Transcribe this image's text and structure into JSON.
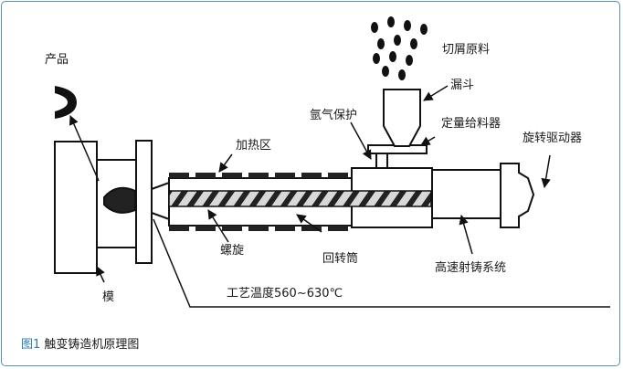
{
  "labels": {
    "product": "产品",
    "chip_material": "切屑原料",
    "hopper": "漏斗",
    "argon": "氩气保护",
    "feeder": "定量给料器",
    "heating_zone": "加热区",
    "rotary_drive": "旋转驱动器",
    "screw": "螺旋",
    "barrel": "回转筒",
    "high_speed": "高速射铸系统",
    "mold": "模",
    "temperature": "工艺温度560~630℃"
  },
  "caption": {
    "number": "图1",
    "title": "触变铸造机原理图"
  },
  "colors": {
    "frame_border": "#5b8fb0",
    "caption_number": "#2a7ab0",
    "ink": "#1a1a1a"
  }
}
